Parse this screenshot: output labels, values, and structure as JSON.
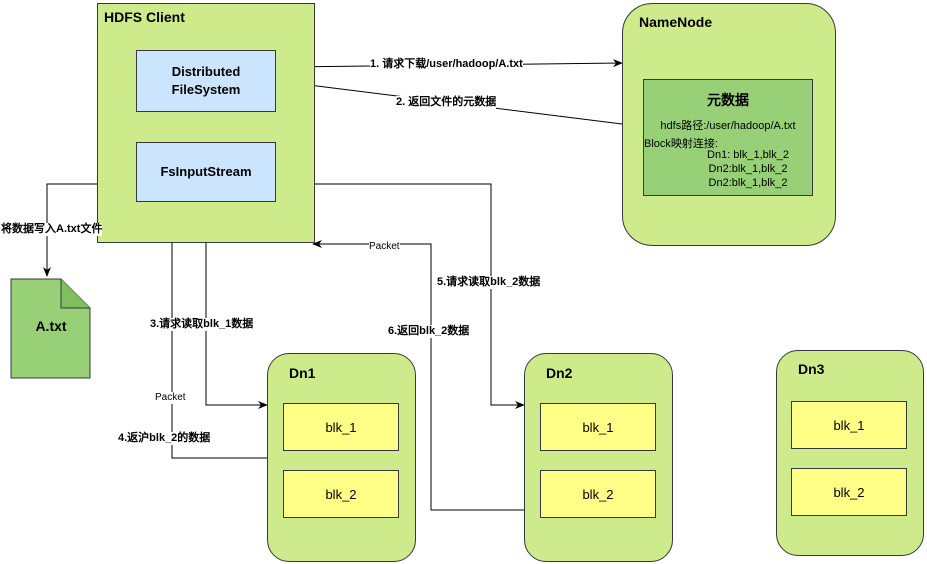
{
  "client": {
    "title": "HDFS Client",
    "dfs_label": "Distributed FileSystem",
    "fsin_label": "FsInputStream"
  },
  "namenode": {
    "title": "NameNode",
    "metadata_title": "元数据",
    "path": "hdfs路径:/user/hadoop/A.txt",
    "block_header": "Block映射连接:",
    "mappings": [
      "Dn1: blk_1,blk_2",
      "Dn2:blk_1,blk_2",
      "Dn2:blk_1,blk_2"
    ]
  },
  "datanodes": [
    {
      "title": "Dn1",
      "blocks": [
        "blk_1",
        "blk_2"
      ]
    },
    {
      "title": "Dn2",
      "blocks": [
        "blk_1",
        "blk_2"
      ]
    },
    {
      "title": "Dn3",
      "blocks": [
        "blk_1",
        "blk_2"
      ]
    }
  ],
  "file": {
    "name": "A.txt"
  },
  "edges": {
    "e1": "1. 请求下载/user/hadoop/A.txt",
    "e2": "2. 返回文件的元数据",
    "e3": "3.请求读取blk_1数据",
    "e4": "4.返沪blk_2的数据",
    "e4_packet": "Packet",
    "e5": "5.请求读取blk_2数据",
    "e6": "6.返回blk_2数据",
    "e6_packet": "Packet",
    "write": "将数据写入A.txt文件"
  },
  "colors": {
    "green": "#cdeb8b",
    "dark_green": "#97d077",
    "blue": "#cce5ff",
    "yellow": "#ffff88"
  }
}
